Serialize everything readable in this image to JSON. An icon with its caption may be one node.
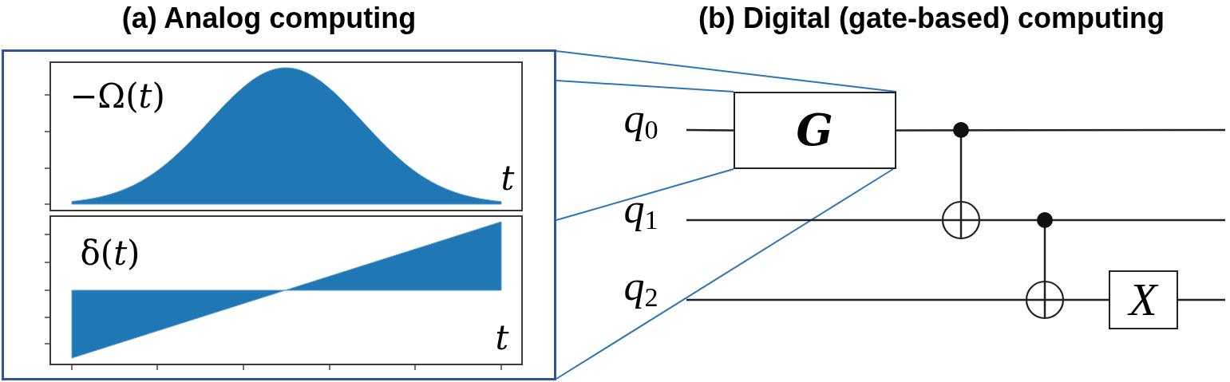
{
  "diagram": {
    "nodes": [
      {
        "text": [
          "(a) Analog computing"
        ]
      },
      {
        "text": [
          "−Ω(*t*)",
          "t"
        ],
        "in": 0
      },
      {
        "text": [
          "δ(*t*)",
          "t"
        ],
        "in": 0
      },
      {
        "text": [
          "G"
        ]
      },
      {
        "text": [
          "X"
        ]
      }
    ],
    "edges": [
      {
        "from": 0,
        "to": 3,
        "arrow": "none",
        "color": "#2e75b6"
      },
      {
        "from": 0,
        "to": 3,
        "arrow": "none",
        "color": "#2e75b6"
      },
      {
        "from": 0,
        "to": 3,
        "arrow": "none",
        "color": "#2e75b6"
      },
      {
        "from": 0,
        "to": 3,
        "arrow": "none",
        "color": "#2e75b6"
      },
      {
        "from": null,
        "to": 3,
        "arrow": "none",
        "color": "#222222"
      },
      {
        "from": 3,
        "to": null,
        "arrow": "none",
        "color": "#222222"
      },
      {
        "from": null,
        "to": 4,
        "arrow": "none",
        "color": "#222222"
      },
      {
        "from": 4,
        "to": null,
        "arrow": "none",
        "color": "#222222"
      }
    ],
    "labels": [
      "(b) Digital (gate-based) computing",
      "q$_{0}$",
      "q$_{1}$",
      "q$_{2}$"
    ]
  }
}
